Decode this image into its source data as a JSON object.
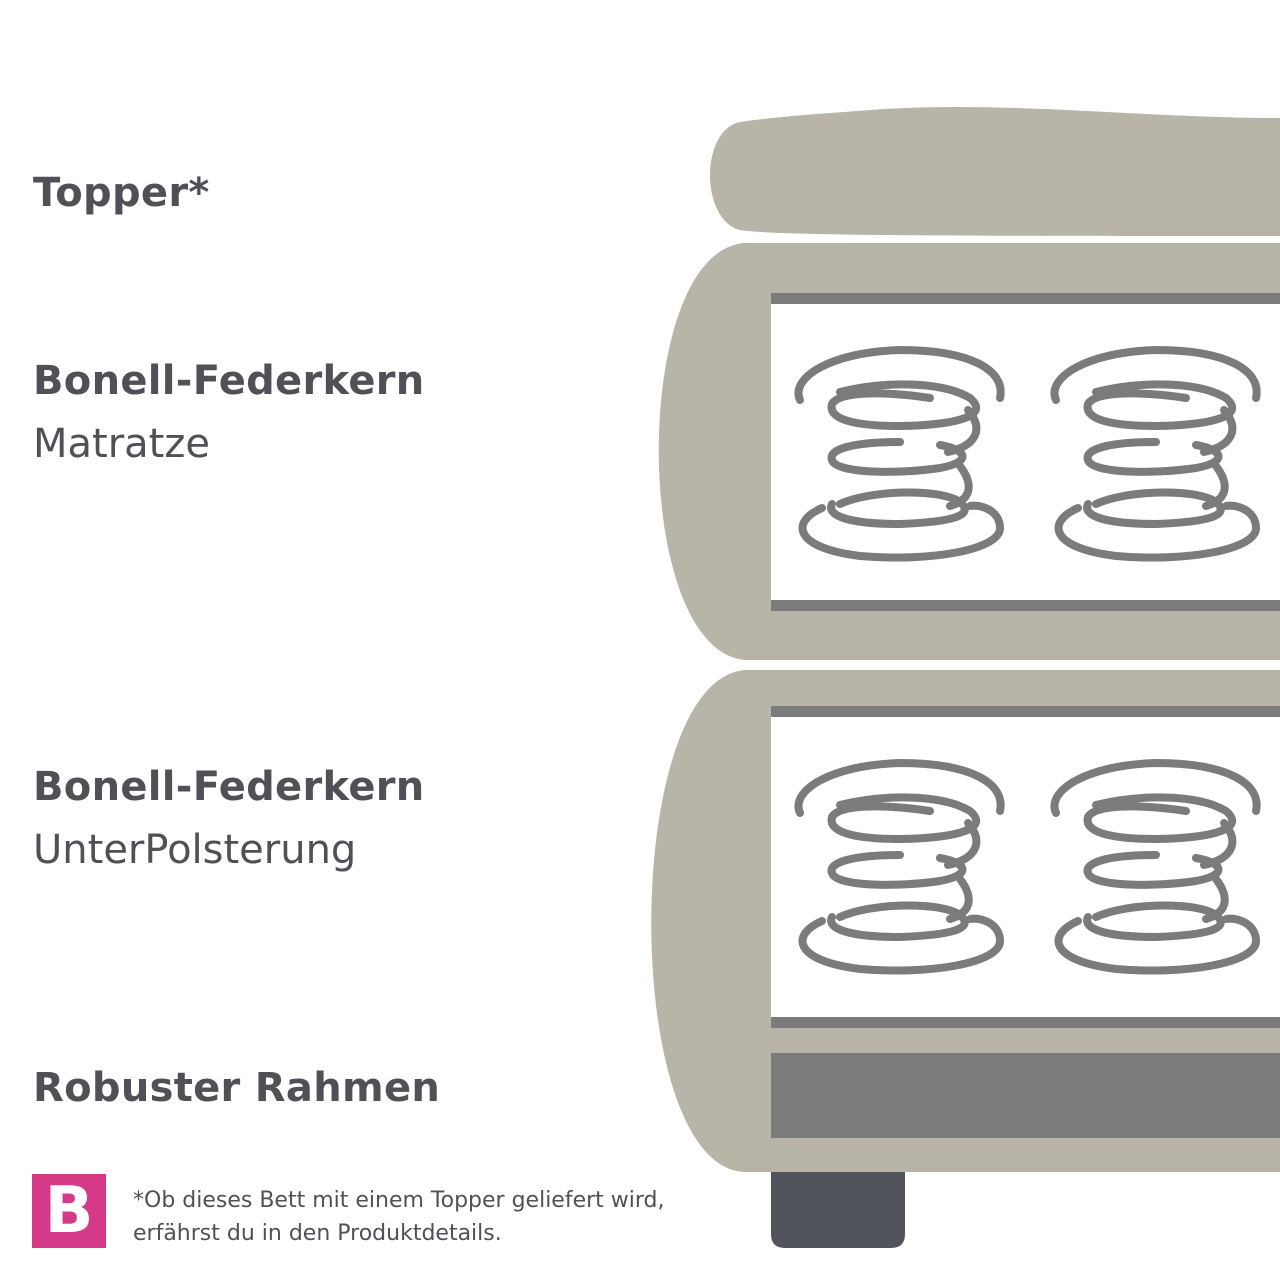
{
  "labels": {
    "topper": "Topper*",
    "mattress_title": "Bonell-Federkern",
    "mattress_sub": "Matratze",
    "base_title": "Bonell-Federkern",
    "base_sub": "UnterPolsterung",
    "frame": "Robuster Rahmen"
  },
  "logo": {
    "letter": "B",
    "color": "#d43a87"
  },
  "footnote": {
    "line1": "*Ob dieses Bett mit einem Topper geliefert wird,",
    "line2": "erfährst du in den Produktdetails."
  },
  "colors": {
    "upholstery": "#b9b4a8",
    "spring": "#7b7b7b",
    "frame_bar": "#7b7b7b",
    "foot": "#51545b",
    "text": "#4f5157"
  },
  "icons": [
    "spring-icon",
    "brand-logo"
  ]
}
